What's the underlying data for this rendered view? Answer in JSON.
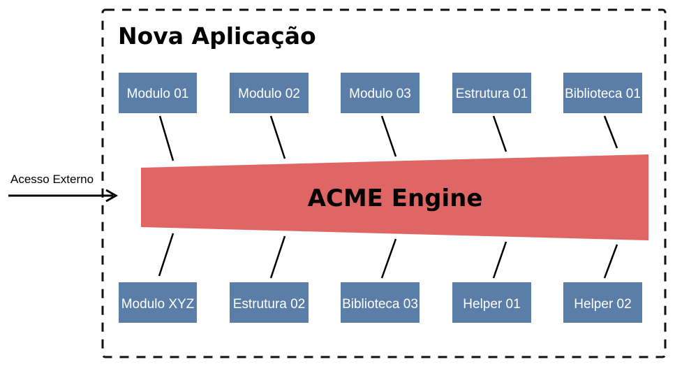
{
  "title": "Nova Aplicação",
  "engine": {
    "label": "ACME Engine",
    "color": "#e06666"
  },
  "external_access": {
    "label": "Acesso Externo"
  },
  "module_color": "#5b7ea8",
  "top_modules": [
    {
      "label": "Modulo 01"
    },
    {
      "label": "Modulo 02"
    },
    {
      "label": "Modulo 03"
    },
    {
      "label": "Estrutura 01"
    },
    {
      "label": "Biblioteca 01"
    }
  ],
  "bottom_modules": [
    {
      "label": "Modulo XYZ"
    },
    {
      "label": "Estrutura 02"
    },
    {
      "label": "Biblioteca 03"
    },
    {
      "label": "Helper 01"
    },
    {
      "label": "Helper 02"
    }
  ]
}
